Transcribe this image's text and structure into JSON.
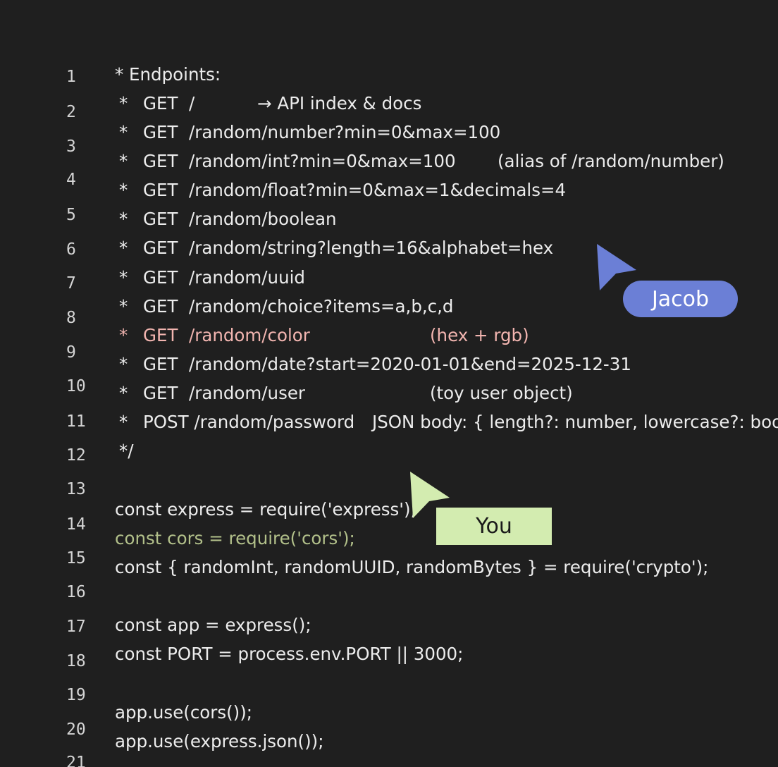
{
  "line_numbers": [
    "1",
    "2",
    "3",
    "4",
    "5",
    "6",
    "7",
    "8",
    "9",
    "10",
    "11",
    "12",
    "13",
    "14",
    "15",
    "16",
    "17",
    "18",
    "19",
    "20",
    "21"
  ],
  "code_lines": [
    {
      "a": "* Endpoints:"
    },
    {
      "a": "*",
      "b": "GET  /",
      "c": "→ API index & docs"
    },
    {
      "a": "*",
      "b": "GET  /random/number?min=0&max=100"
    },
    {
      "a": "*",
      "b": "GET  /random/int?min=0&max=100",
      "c": "(alias of /random/number)"
    },
    {
      "a": "*",
      "b": "GET  /random/float?min=0&max=1&decimals=4"
    },
    {
      "a": "*",
      "b": "GET  /random/boolean"
    },
    {
      "a": "*",
      "b": "GET  /random/string?length=16&alphabet=hex"
    },
    {
      "a": "*",
      "b": "GET  /random/uuid"
    },
    {
      "a": "*",
      "b": "GET  /random/choice?items=a,b,c,d"
    },
    {
      "a": "*",
      "b": "GET  /random/color",
      "c": "(hex + rgb)"
    },
    {
      "a": "*",
      "b": "GET  /random/date?start=2020-01-01&end=2025-12-31"
    },
    {
      "a": "*",
      "b": "GET  /random/user",
      "c": "(toy user object)"
    },
    {
      "a": "*",
      "b": "POST /random/password",
      "c": "JSON body: { length?: number, lowercase?: boolean"
    },
    {
      "a": "*/"
    },
    {
      "a": "const express = require('express');"
    },
    {
      "a": "const cors = require('cors');"
    },
    {
      "a": "const { randomInt, randomUUID, randomBytes } = require('crypto');"
    },
    {
      "a": "const app = express();"
    },
    {
      "a": "const PORT = process.env.PORT || 3000;"
    },
    {
      "a": "app.use(cors());"
    },
    {
      "a": "app.use(express.json());"
    }
  ],
  "collaborators": {
    "jacob": {
      "label": "Jacob",
      "color": "#6b7fd6"
    },
    "you": {
      "label": "You",
      "color": "#d3ecb0"
    }
  }
}
